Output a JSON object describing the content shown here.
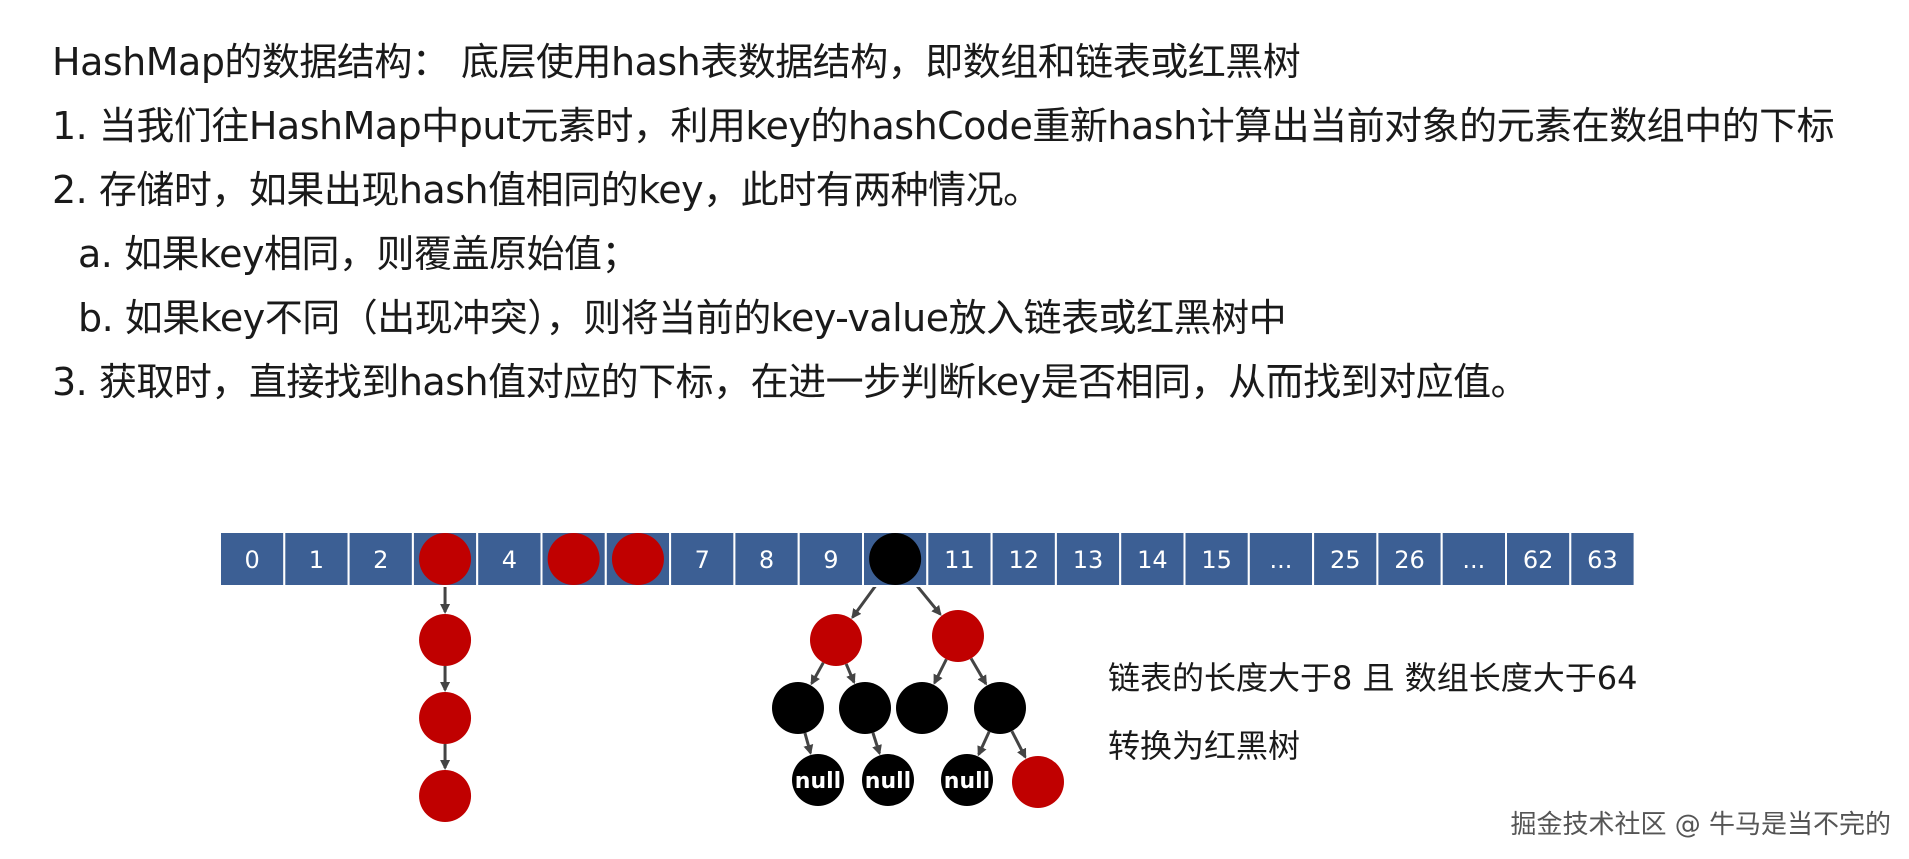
{
  "text": {
    "title": "HashMap的数据结构： 底层使用hash表数据结构，即数组和链表或红黑树",
    "step1": "1. 当我们往HashMap中put元素时，利用key的hashCode重新hash计算出当前对象的元素在数组中的下标",
    "step2": "2. 存储时，如果出现hash值相同的key，此时有两种情况。",
    "step2a": "a. 如果key相同，则覆盖原始值；",
    "step2b": "b. 如果key不同（出现冲突），则将当前的key-value放入链表或红黑树中",
    "step3": "3. 获取时，直接找到hash值对应的下标，在进一步判断key是否相同，从而找到对应值。"
  },
  "notes": {
    "line1": "链表的长度大于8 且 数组长度大于64",
    "line2": "转换为红黑树"
  },
  "watermark": "掘金技术社区 @ 牛马是当不完的",
  "array_cells": [
    {
      "label": "0"
    },
    {
      "label": "1"
    },
    {
      "label": "2"
    },
    {
      "label": "",
      "node": "red"
    },
    {
      "label": "4"
    },
    {
      "label": "",
      "node": "red"
    },
    {
      "label": "",
      "node": "red"
    },
    {
      "label": "7"
    },
    {
      "label": "8"
    },
    {
      "label": "9"
    },
    {
      "label": "",
      "node": "black"
    },
    {
      "label": "11"
    },
    {
      "label": "12"
    },
    {
      "label": "13"
    },
    {
      "label": "14"
    },
    {
      "label": "15"
    },
    {
      "label": "..."
    },
    {
      "label": "25"
    },
    {
      "label": "26"
    },
    {
      "label": "..."
    },
    {
      "label": "62"
    },
    {
      "label": "63"
    }
  ],
  "linked_list": {
    "from_cell": 3,
    "nodes": [
      "red",
      "red",
      "red"
    ]
  },
  "tree": {
    "root_cell": 10,
    "level1": [
      "red",
      "red"
    ],
    "level2": [
      "black",
      "black",
      "black",
      "black"
    ],
    "level3": [
      {
        "color": "black",
        "label": "null"
      },
      {
        "color": "black",
        "label": "null"
      },
      {
        "color": "black",
        "label": "null"
      },
      {
        "color": "red",
        "label": ""
      }
    ]
  },
  "colors": {
    "cell": "#3c5f94",
    "cell_border": "#ffffff",
    "red": "#c00000",
    "black": "#000000",
    "arrow": "#444444"
  }
}
